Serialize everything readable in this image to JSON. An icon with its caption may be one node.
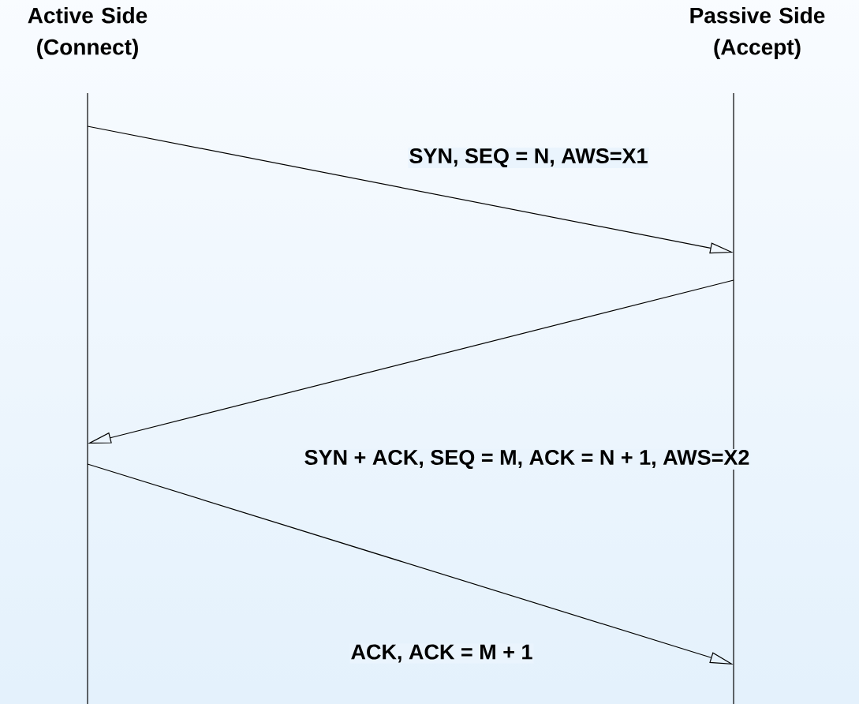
{
  "diagram": {
    "nodes": [
      {
        "text": [
          "Active Side (Connect)"
        ]
      },
      {
        "text": [
          "Passive Side (Accept)"
        ]
      }
    ],
    "edges": [
      {
        "from": 0,
        "to": 1,
        "arrow": "to",
        "label": "SYN, SEQ = N, AWS=X1"
      },
      {
        "from": 1,
        "to": 0,
        "arrow": "to",
        "label": "SYN + ACK, SEQ = M, ACK = N + 1, AWS=X2"
      },
      {
        "from": 0,
        "to": 1,
        "arrow": "to",
        "label": "ACK, ACK = M + 1"
      }
    ]
  }
}
